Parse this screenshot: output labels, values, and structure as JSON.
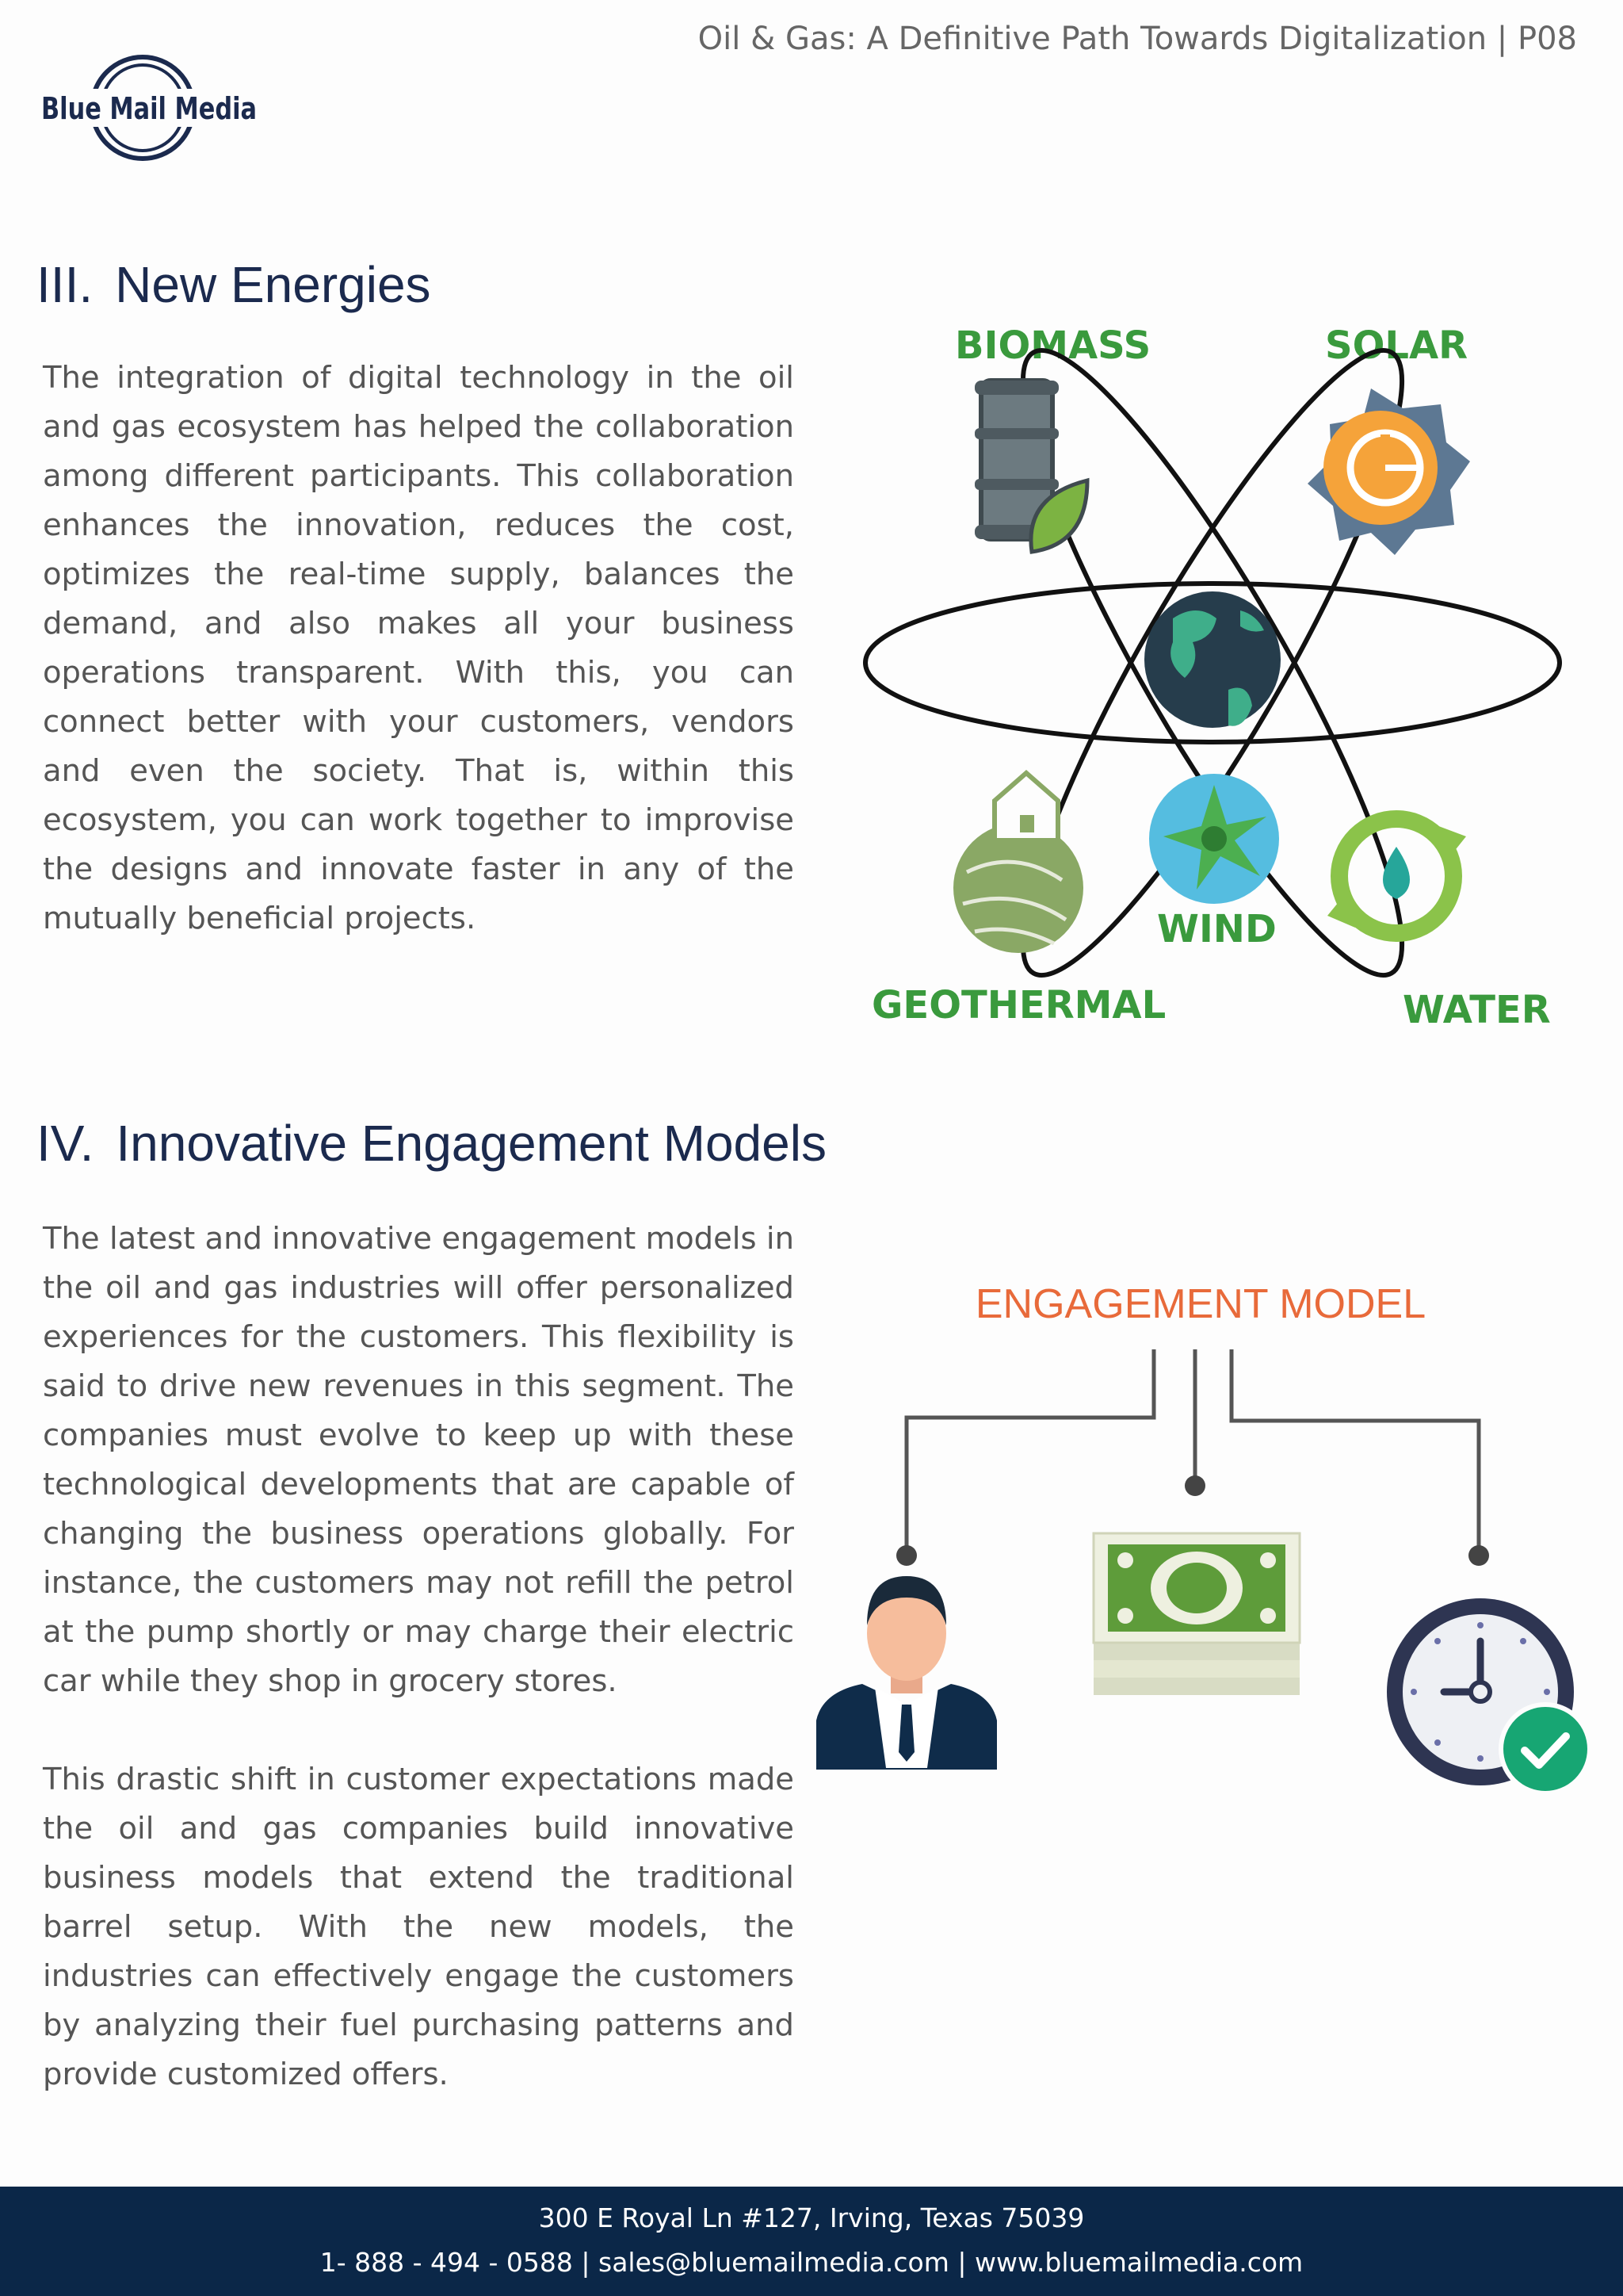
{
  "header": {
    "title": "Oil & Gas: A Definitive Path Towards Digitalization | P08",
    "logo_text": "Blue Mail Media"
  },
  "sections": [
    {
      "number": "III.",
      "heading": "New Energies",
      "paragraphs": [
        "The integration of digital technology in the oil and gas ecosystem has helped the collaboration among different participants. This collaboration enhances the innovation, reduces the cost, optimizes the real-time supply, balances the demand, and also makes all your business operations transparent. With this, you can connect better with your customers, vendors and even the society. That is, within this ecosystem, you can work together to improvise the designs and innovate faster in any of the mutually beneficial projects."
      ]
    },
    {
      "number": "IV.",
      "heading": "Innovative Engagement Models",
      "paragraphs": [
        "The latest and innovative engagement models in the oil and gas industries will offer personalized experiences for the customers. This flexibility is said to drive new revenues in this segment. The companies must evolve to keep up with these technological developments that are capable of changing the business operations globally. For instance, the customers may not refill the petrol at the pump shortly or may charge their electric car while they shop in grocery stores.",
        "This drastic shift in customer expectations made the oil and gas companies build innovative business models that extend the traditional barrel setup. With the new models, the industries can effectively engage the customers by analyzing their fuel purchasing patterns and provide customized offers."
      ]
    }
  ],
  "energy_diagram": {
    "labels": {
      "biomass": "BIOMASS",
      "solar": "SOLAR",
      "wind": "WIND",
      "geothermal": "GEOTHERMAL",
      "water": "WATER"
    },
    "label_color": "#3a9a3d",
    "icons": [
      "oil-barrel-leaf-icon",
      "solar-sun-icon",
      "globe-icon",
      "geothermal-icon",
      "wind-icon",
      "water-recycle-icon"
    ]
  },
  "engagement_diagram": {
    "title": "ENGAGEMENT MODEL",
    "title_color": "#e86a3a",
    "icons": [
      "customer-person-icon",
      "money-stack-icon",
      "clock-check-icon"
    ]
  },
  "footer": {
    "address": "300 E Royal Ln #127, Irving, Texas 75039",
    "contact": "1- 888 - 494 - 0588 | sales@bluemailmedia.com | www.bluemailmedia.com",
    "background": "#0b2748"
  }
}
